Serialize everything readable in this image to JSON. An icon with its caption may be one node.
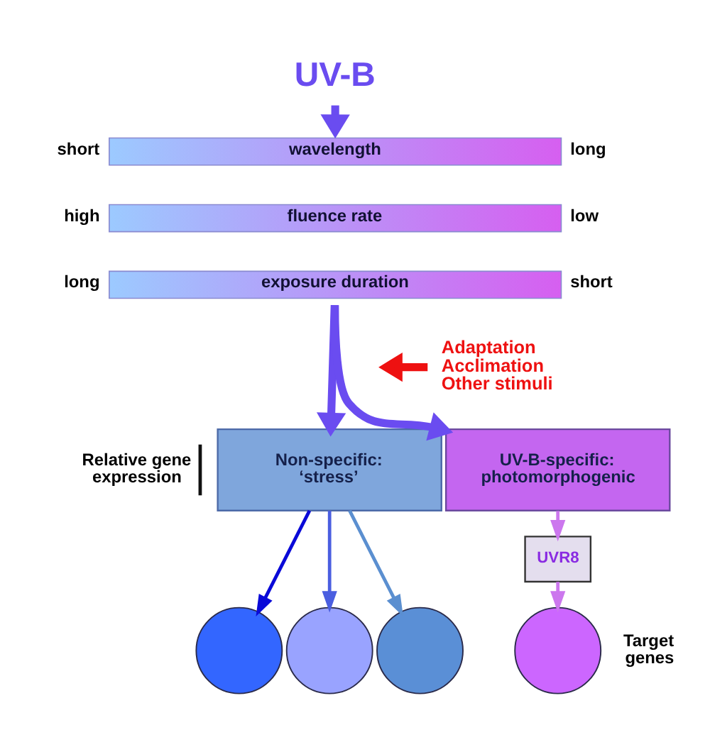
{
  "diagram": {
    "nodes": [
      {
        "text": [
          "UV-B"
        ]
      },
      {
        "text": [
          "wavelength"
        ],
        "beside": [
          "short",
          "long"
        ]
      },
      {
        "text": [
          "fluence rate"
        ],
        "beside": [
          "high",
          "low"
        ]
      },
      {
        "text": [
          "exposure duration"
        ],
        "beside": [
          "long",
          "short"
        ]
      },
      {
        "text": [
          "Adaptation",
          "Acclimation",
          "Other stimuli"
        ]
      },
      {
        "text": [
          "Non-specific: ‘stress’"
        ]
      },
      {
        "text": [
          "UV-B-specific: photomorphogenic"
        ]
      },
      {
        "text": [
          "UVR8"
        ]
      },
      {
        "text": [],
        "shape": "circle"
      },
      {
        "text": [],
        "shape": "circle"
      },
      {
        "text": [],
        "shape": "circle"
      },
      {
        "text": [],
        "shape": "circle"
      }
    ],
    "edges": [
      {
        "from": 0,
        "to": 1,
        "arrow": "to",
        "style": "thick"
      },
      {
        "from": 3,
        "to": 5,
        "arrow": "to",
        "style": "thick"
      },
      {
        "from": 3,
        "to": 6,
        "arrow": "to",
        "style": "thick"
      },
      {
        "from": 4,
        "to": null,
        "arrow": "to",
        "style": "thick",
        "color": "#ee1111"
      },
      {
        "from": 5,
        "to": 8,
        "arrow": "to",
        "color": "#0a0ad8"
      },
      {
        "from": 5,
        "to": 9,
        "arrow": "to",
        "color": "#4a5ee0"
      },
      {
        "from": 5,
        "to": 10,
        "arrow": "to",
        "color": "#5b8fd0"
      },
      {
        "from": 6,
        "to": 7,
        "arrow": "to",
        "color": "#cc77ee"
      },
      {
        "from": 7,
        "to": 11,
        "arrow": "to",
        "color": "#cc77ee"
      }
    ],
    "labels": [
      "Relative gene expression",
      "Target genes"
    ]
  }
}
